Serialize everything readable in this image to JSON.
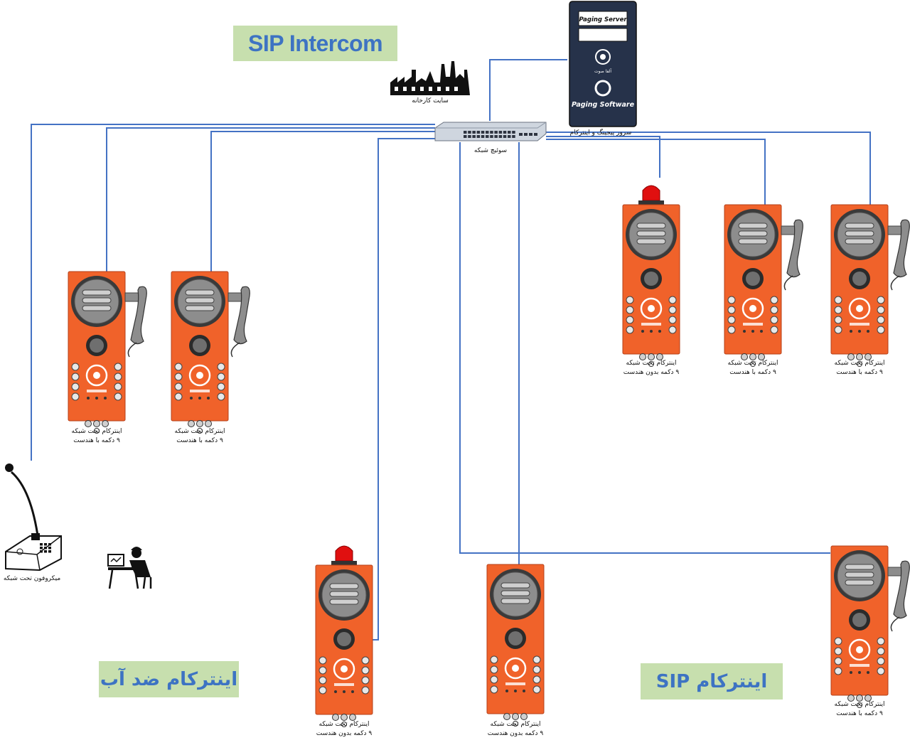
{
  "title": "SIP Intercom",
  "factory_label": "سایت کارخانه",
  "server": {
    "top_label": "Paging Server",
    "bottom_label": "Paging Software",
    "caption": "سرور پیجینگ و اینترکام",
    "brand_text": "آلفا صوت"
  },
  "switch_label": "سوئیچ شبکه",
  "microphone_label": "میکروفون تحت شبکه",
  "banners": {
    "waterproof": "اینترکام ضد آب",
    "sip": "اینترکام SIP"
  },
  "stations": [
    {
      "line1": "اینترکام تحت شبکه",
      "line2": "۹ دکمه با هندست",
      "beacon": false,
      "handset": true
    },
    {
      "line1": "اینترکام تحت شبکه",
      "line2": "۹ دکمه با هندست",
      "beacon": false,
      "handset": true
    },
    {
      "line1": "اینترکام تحت شبکه",
      "line2": "۹ دکمه بدون هندست",
      "beacon": true,
      "handset": false
    },
    {
      "line1": "اینترکام تحت شبکه",
      "line2": "۹ دکمه با هندست",
      "beacon": false,
      "handset": true
    },
    {
      "line1": "اینترکام تحت شبکه",
      "line2": "۹ دکمه با هندست",
      "beacon": false,
      "handset": true
    },
    {
      "line1": "اینترکام تحت شبکه",
      "line2": "۹ دکمه بدون هندست",
      "beacon": true,
      "handset": false
    },
    {
      "line1": "اینترکام تحت شبکه",
      "line2": "۹ دکمه بدون هندست",
      "beacon": false,
      "handset": false
    },
    {
      "line1": "اینترکام تحت شبکه",
      "line2": "۹ دکمه با هندست",
      "beacon": false,
      "handset": true
    }
  ],
  "colors": {
    "link": "#4472c4",
    "intercom_body": "#f0622a",
    "server_body": "#26324a",
    "banner_bg": "#c7dfae",
    "banner_text": "#3d73c3"
  }
}
